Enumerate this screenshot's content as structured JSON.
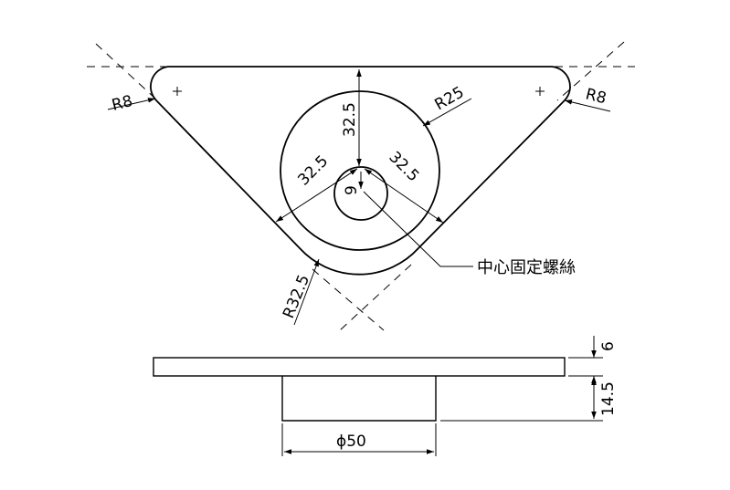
{
  "dimensions": {
    "r8_left": "R8",
    "r8_right": "R8",
    "r25": "R25",
    "r32_5": "R32.5",
    "h32_5": "32.5",
    "d32_5_left": "32.5",
    "d32_5_right": "32.5",
    "hole_9": "9",
    "thickness_6": "6",
    "height_14_5": "14.5",
    "dia_50": "ϕ50"
  },
  "callout": {
    "center_screw": "中心固定螺絲"
  }
}
